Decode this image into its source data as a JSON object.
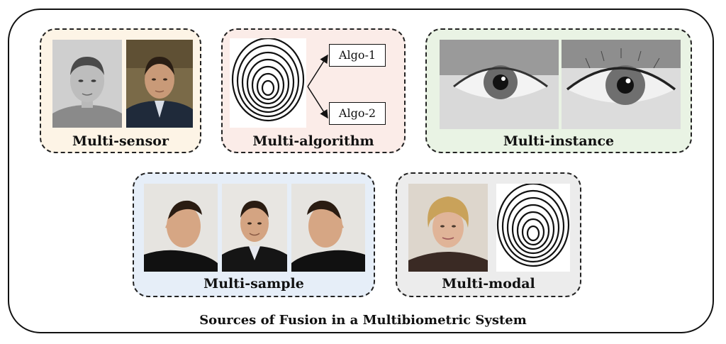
{
  "title": "Sources of Fusion in a Multibiometric System",
  "groups": {
    "multi_sensor": {
      "label": "Multi-sensor",
      "bg": "#fdf4e6"
    },
    "multi_algorithm": {
      "label": "Multi-algorithm",
      "bg": "#fbece8",
      "algo1": "Algo-1",
      "algo2": "Algo-2"
    },
    "multi_instance": {
      "label": "Multi-instance",
      "bg": "#e9f3e4"
    },
    "multi_sample": {
      "label": "Multi-sample",
      "bg": "#e6eef8"
    },
    "multi_modal": {
      "label": "Multi-modal",
      "bg": "#ececec"
    }
  }
}
